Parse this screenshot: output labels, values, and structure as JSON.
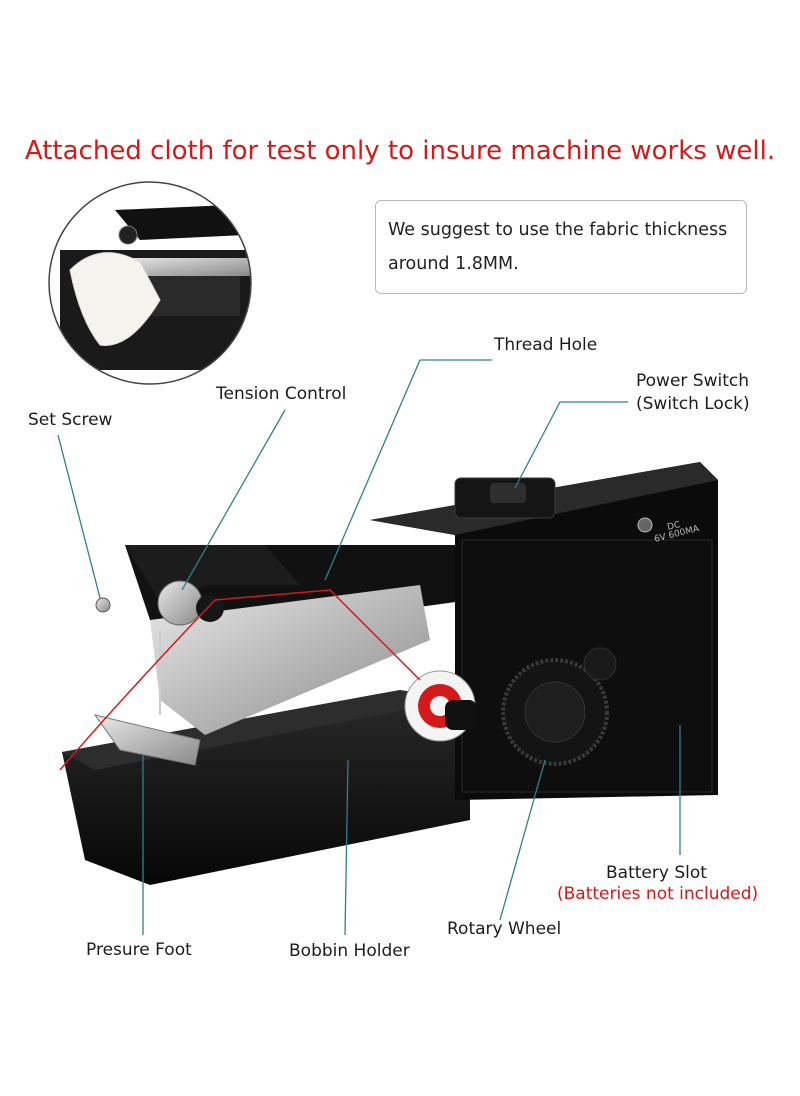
{
  "headline": "Attached cloth for test only to insure machine works well.",
  "tip": {
    "line1": "We suggest to use the fabric thickness",
    "line2": "around 1.8MM."
  },
  "labels": {
    "thread_hole": "Thread Hole",
    "tension_control": "Tension Control",
    "set_screw": "Set Screw",
    "power_switch_1": "Power Switch",
    "power_switch_2": "(Switch Lock)",
    "battery_slot": "Battery Slot",
    "battery_note": "(Batteries not included)",
    "rotary_wheel": "Rotary Wheel",
    "bobbin_holder": "Bobbin Holder",
    "presure_foot": "Presure Foot"
  },
  "device_print": {
    "line1": "DC",
    "line2": "6V 600MA"
  },
  "colors": {
    "headline": "#d21a1a",
    "leader_line": "#2f7f8f",
    "body": "#111111",
    "thread": "#d21a1a"
  }
}
